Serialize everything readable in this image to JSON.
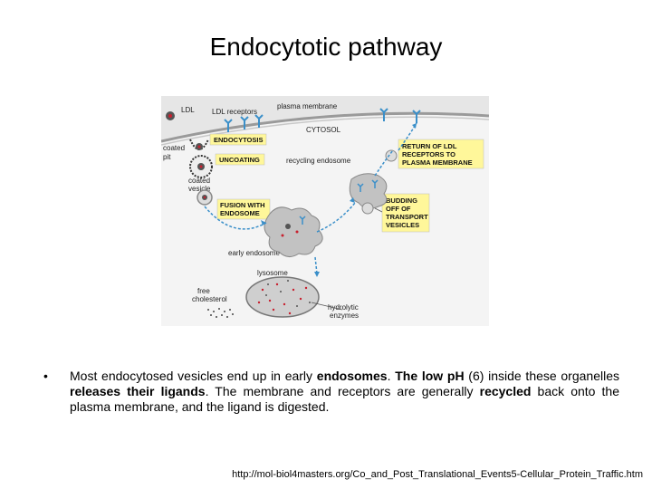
{
  "title": "Endocytotic pathway",
  "figure": {
    "labels": {
      "ldl": "LDL",
      "ldl_receptors": "LDL receptors",
      "plasma_membrane": "plasma membrane",
      "cytosol": "CYTOSOL",
      "coated_pit": [
        "coated",
        "pit"
      ],
      "coated_vesicle": [
        "coated",
        "vesicle"
      ],
      "recycling_endosome": "recycling endosome",
      "early_endosome": "early endosome",
      "lysosome": "lysosome",
      "free_cholesterol": [
        "free",
        "cholesterol"
      ],
      "hydrolytic_enzymes": [
        "hydrolytic",
        "enzymes"
      ]
    },
    "boxes": {
      "endocytosis": "ENDOCYTOSIS",
      "uncoating": "UNCOATING",
      "fusion": [
        "FUSION WITH",
        "ENDOSOME"
      ],
      "return": [
        "RETURN OF LDL",
        "RECEPTORS TO",
        "PLASMA MEMBRANE"
      ],
      "budding": [
        "BUDDING",
        "OFF OF",
        "TRANSPORT",
        "VESICLES"
      ]
    },
    "colors": {
      "background": "#e6e6e6",
      "cell_area": "#f2f2f2",
      "box_fill": "#fff79a",
      "receptor": "#3a8fc9",
      "ligand": "#c8202f",
      "arrow": "#3a8fc9",
      "organelle": "#bdbdbd"
    }
  },
  "bullet": {
    "symbol": "•",
    "parts": [
      {
        "text": "Most endocytosed vesicles end up in early ",
        "bold": false
      },
      {
        "text": "endosomes",
        "bold": true
      },
      {
        "text": ". ",
        "bold": false
      },
      {
        "text": "The low pH",
        "bold": true
      },
      {
        "text": " (6) inside these organelles ",
        "bold": false
      },
      {
        "text": "releases their ligands",
        "bold": true
      },
      {
        "text": ". The membrane and receptors are generally ",
        "bold": false
      },
      {
        "text": "recycled",
        "bold": true
      },
      {
        "text": " back onto the plasma membrane, and the ligand is digested.",
        "bold": false
      }
    ]
  },
  "source_url": "http://mol-biol4masters.org/Co_and_Post_Translational_Events5-Cellular_Protein_Traffic.htm"
}
